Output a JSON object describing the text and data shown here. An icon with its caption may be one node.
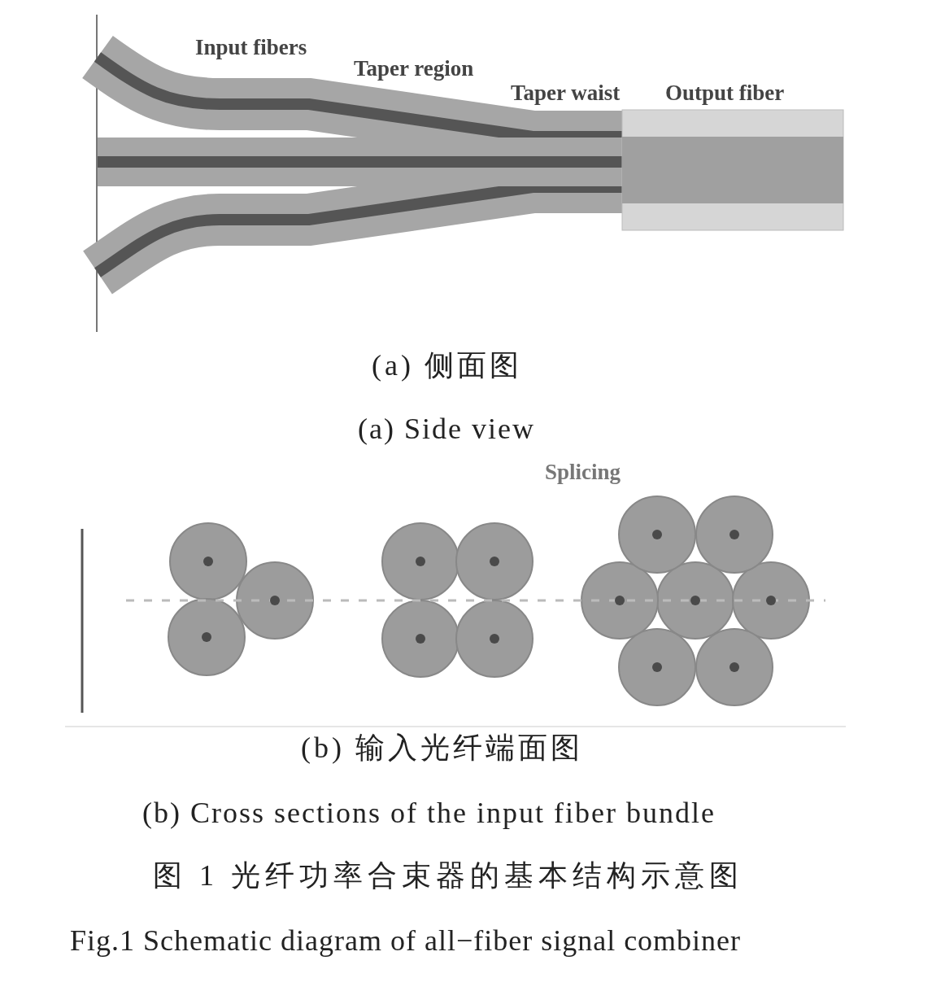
{
  "diagram": {
    "labels": [
      "Input fibers",
      "Taper region",
      "Taper waist",
      "Output fiber",
      "(a) 侧面图",
      "(a) Side view",
      "Splicing",
      "(b) 输入光纤端面图",
      "(b) Cross sections of the input fiber bundle",
      "图 1 光纤功率合束器的基本结构示意图",
      "Fig.1 Schematic diagram of all−fiber signal combiner"
    ]
  }
}
